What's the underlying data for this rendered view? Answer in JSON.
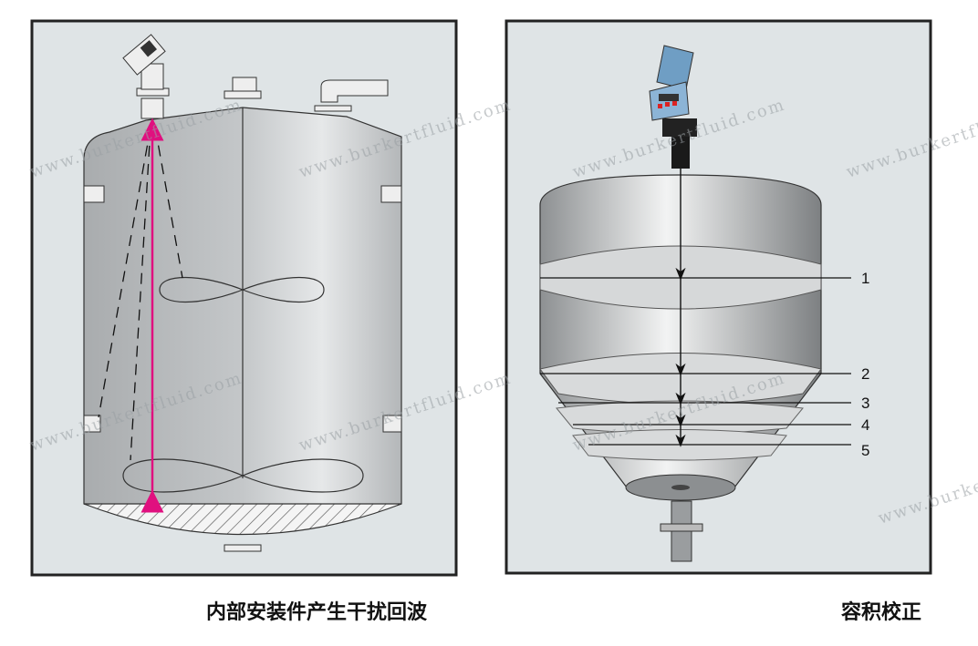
{
  "left_panel": {
    "caption": "内部安装件产生干扰回波",
    "beam_color": "#e0107f"
  },
  "right_panel": {
    "caption": "容积校正",
    "levels": [
      "1",
      "2",
      "3",
      "4",
      "5"
    ]
  },
  "watermark": "www.burkertfluid.com",
  "colors": {
    "panel_bg": "#dfe4e6",
    "border": "#222222",
    "tank": "#b9bcbe"
  }
}
